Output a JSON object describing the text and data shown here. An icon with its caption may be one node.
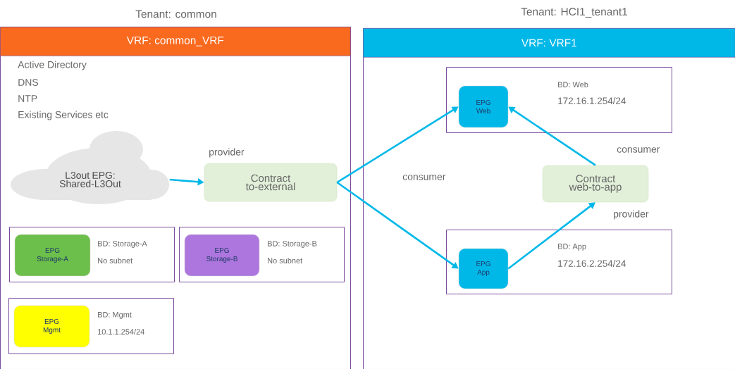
{
  "diagram": {
    "nodes": [
      {
        "text": [
          "Tenant: common",
          "VRF: common_VRF"
        ]
      },
      {
        "text": [
          "L3out EPG: Shared-L3Out"
        ],
        "in": 0
      },
      {
        "text": [
          "Contract to-external"
        ],
        "in": 0
      },
      {
        "text": [
          "BD: Storage-A",
          "No subnet"
        ],
        "in": 0
      },
      {
        "text": [
          "EPG Storage-A"
        ],
        "in": 3
      },
      {
        "text": [
          "BD: Storage-B",
          "No subnet"
        ],
        "in": 0
      },
      {
        "text": [
          "EPG Storage-B"
        ],
        "in": 5
      },
      {
        "text": [
          "BD: Mgmt",
          "10.1.1.254/24"
        ],
        "in": 0
      },
      {
        "text": [
          "EPG Mgmt"
        ],
        "in": 7
      },
      {
        "text": [
          "Tenant: HCI1_tenant1",
          "VRF: VRF1"
        ]
      },
      {
        "text": [
          "BD: Web",
          "172.16.1.254/24"
        ],
        "in": 9
      },
      {
        "text": [
          "EPG Web"
        ],
        "in": 10
      },
      {
        "text": [
          "Contract web-to-app"
        ],
        "in": 9
      },
      {
        "text": [
          "BD: App",
          "172.16.2.254/24"
        ],
        "in": 9
      },
      {
        "text": [
          "EPG App"
        ],
        "in": 13
      }
    ],
    "edges": [
      {
        "from": 1,
        "to": 2,
        "arrow": "to",
        "label": "provider"
      },
      {
        "from": 2,
        "to": 11,
        "arrow": "to",
        "label": "consumer"
      },
      {
        "from": 2,
        "to": 14,
        "arrow": "to"
      },
      {
        "from": 12,
        "to": 11,
        "arrow": "to",
        "label": "consumer"
      },
      {
        "from": 14,
        "to": 12,
        "arrow": "to",
        "label": "provider"
      }
    ],
    "labels": [
      "Active Directory",
      "DNS",
      "NTP",
      "Existing Services etc"
    ]
  }
}
